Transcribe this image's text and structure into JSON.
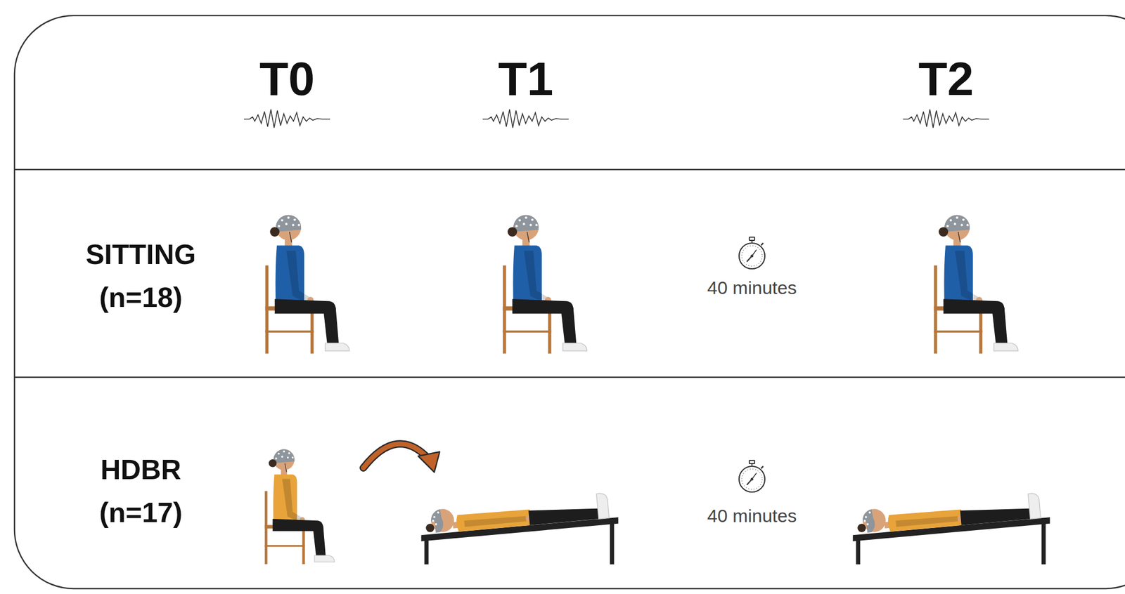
{
  "diagram": {
    "labels": [
      "T0",
      "T1",
      "T2",
      "SITTING (n=18)",
      "40 minutes",
      "HDBR (n=17)",
      "40 minutes"
    ]
  }
}
